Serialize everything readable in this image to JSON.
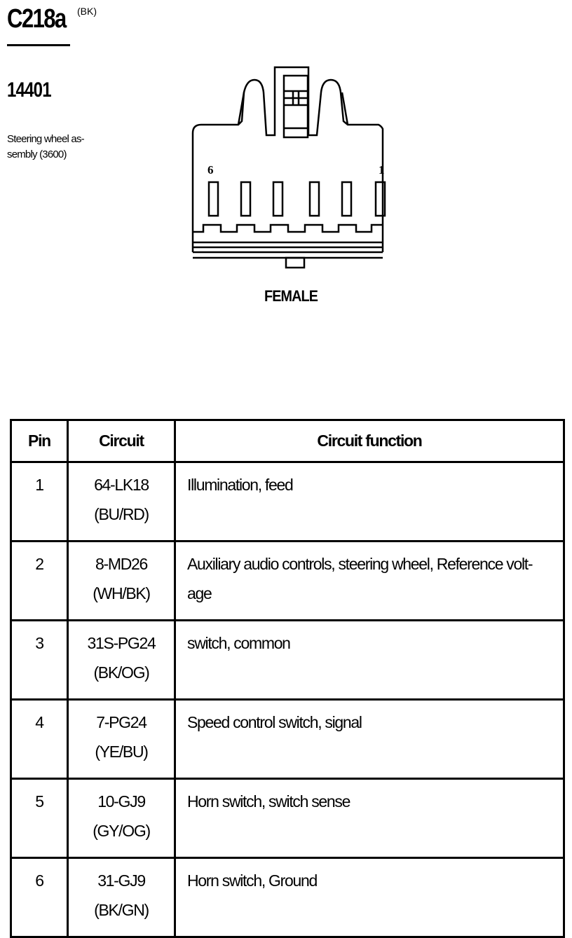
{
  "header": {
    "connector_id": "C218a",
    "connector_color": "(BK)",
    "part_number": "14401",
    "description": "Steering wheel as-sembly (3600)"
  },
  "diagram": {
    "pin_label_left": "6",
    "pin_label_right": "1",
    "view_label": "FEMALE"
  },
  "table": {
    "headers": [
      "Pin",
      "Circuit",
      "Circuit function"
    ],
    "rows": [
      {
        "pin": "1",
        "circuit": "64-LK18",
        "color": "(BU/RD)",
        "function": "Illumination, feed"
      },
      {
        "pin": "2",
        "circuit": "8-MD26",
        "color": "(WH/BK)",
        "function": "Auxiliary audio controls, steering wheel, Reference volt-age"
      },
      {
        "pin": "3",
        "circuit": "31S-PG24",
        "color": "(BK/OG)",
        "function": "switch, common"
      },
      {
        "pin": "4",
        "circuit": "7-PG24",
        "color": "(YE/BU)",
        "function": "Speed control switch, signal"
      },
      {
        "pin": "5",
        "circuit": "10-GJ9",
        "color": "(GY/OG)",
        "function": "Horn switch, switch sense"
      },
      {
        "pin": "6",
        "circuit": "31-GJ9",
        "color": "(BK/GN)",
        "function": "Horn switch, Ground"
      }
    ]
  }
}
